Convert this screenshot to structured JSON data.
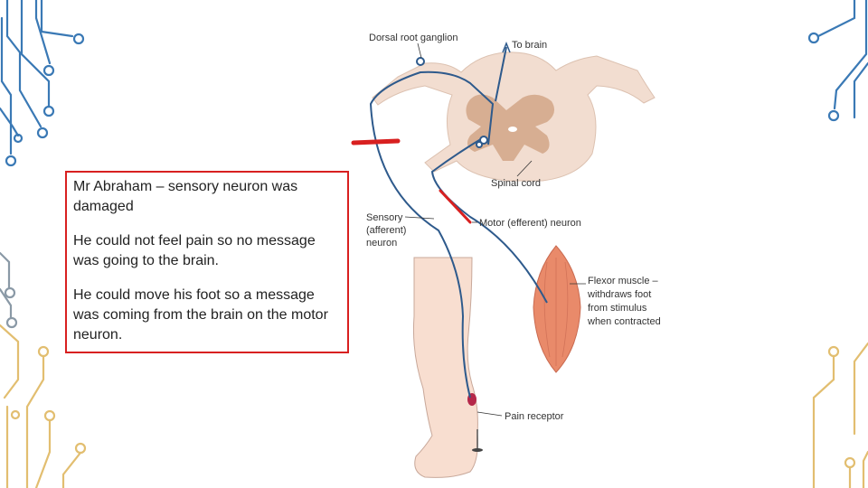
{
  "textbox": {
    "paragraphs": [
      "Mr Abraham – sensory neuron was damaged",
      "He could not feel pain so no message was going to the brain.",
      "He could move his foot so a message was coming from the brain on the motor neuron."
    ]
  },
  "diagram": {
    "labels": {
      "dorsal_root_ganglion": "Dorsal root ganglion",
      "to_brain": "To brain",
      "spinal_cord": "Spinal cord",
      "sensory_1": "Sensory",
      "sensory_2": "(afferent)",
      "sensory_3": "neuron",
      "motor_neuron": "Motor (efferent) neuron",
      "flexor_1": "Flexor muscle –",
      "flexor_2": "withdraws foot",
      "flexor_3": "from stimulus",
      "flexor_4": "when contracted",
      "pain_receptor": "Pain receptor"
    }
  },
  "colors": {
    "circuit_blue": "#3a79b5",
    "circuit_gold": "#e2be70",
    "circuit_grey": "#8a99a6",
    "annotation_red": "#d82020",
    "neuron_blue": "#2e5a8c",
    "cord_tissue": "#f2ddd0",
    "grey_matter": "#d7ae92",
    "muscle": "#e98a6a"
  }
}
